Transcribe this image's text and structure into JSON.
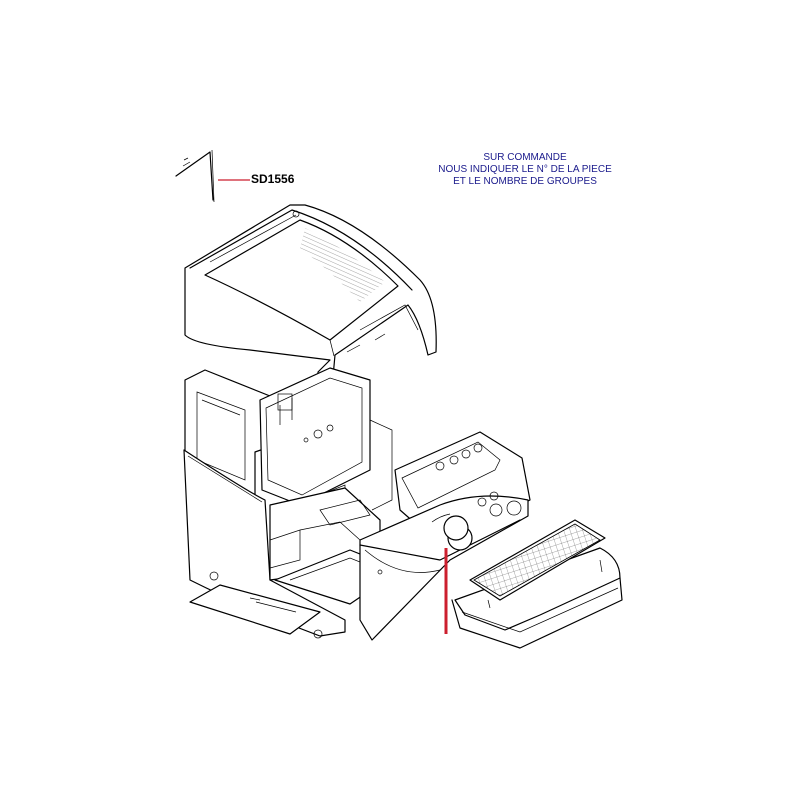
{
  "part_reference": "SD1556",
  "note": {
    "line1": "SUR COMMANDE",
    "line2": "NOUS INDIQUER LE N° DE LA PIECE",
    "line3": "ET LE NOMBRE DE GROUPES"
  },
  "colors": {
    "leader_line": "#cc1f2e",
    "note_text": "#1a1a8c",
    "drawing": "#000000"
  }
}
